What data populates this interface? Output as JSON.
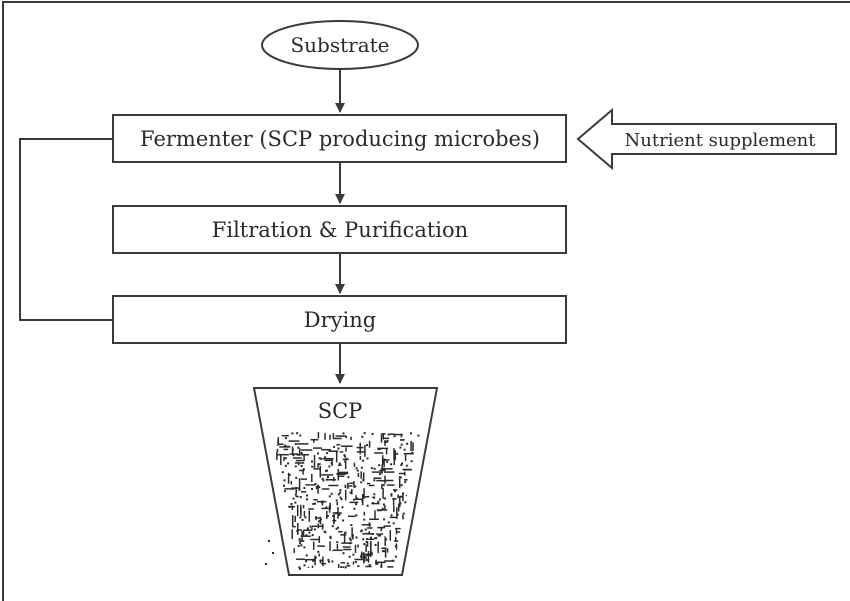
{
  "nodes": {
    "substrate": "Substrate",
    "fermenter": "Fermenter (SCP producing microbes)",
    "nutrient": "Nutrient supplement",
    "filtration": "Filtration & Purification",
    "drying": "Drying",
    "product": "SCP"
  }
}
